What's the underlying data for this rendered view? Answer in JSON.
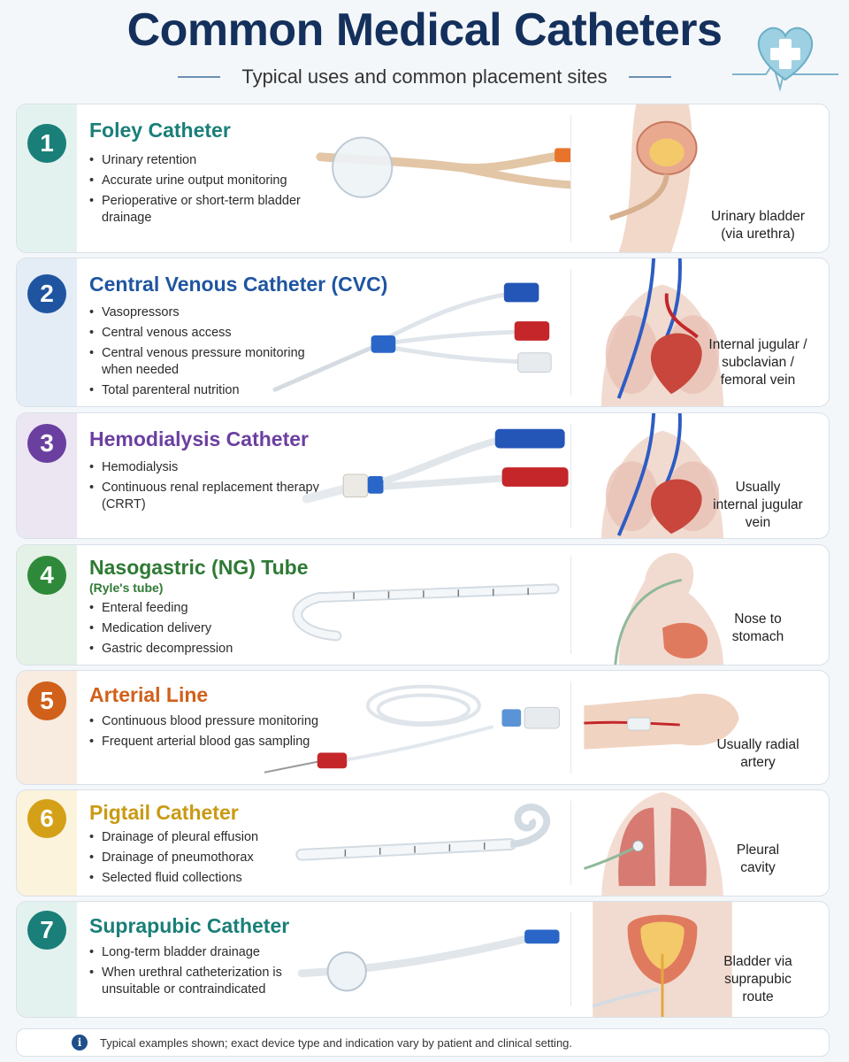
{
  "header": {
    "title": "Common Medical Catheters",
    "subtitle": "Typical uses and common placement sites",
    "logo_icon": "heart-plus-icon"
  },
  "colors": {
    "title": "#14305c",
    "c1": "#1a7f78",
    "c2": "#1f55a0",
    "c3": "#6b3fa0",
    "c4": "#2e8a3a",
    "c5": "#d0601a",
    "c6": "#d4a017",
    "c7": "#1a7f78"
  },
  "catheters": [
    {
      "number": "1",
      "name": "Foley Catheter",
      "uses": [
        "Urinary retention",
        "Accurate urine output monitoring",
        "Perioperative or short-term bladder drainage"
      ],
      "site": "Urinary bladder\n(via urethra)",
      "device_icon": "foley-catheter-icon",
      "anatomy_icon": "male-bladder-anatomy-icon"
    },
    {
      "number": "2",
      "name": "Central Venous Catheter (CVC)",
      "uses": [
        "Vasopressors",
        "Central venous access",
        "Central venous pressure monitoring when needed",
        "Total parenteral nutrition"
      ],
      "site": "Internal jugular /\nsubclavian /\nfemoral vein",
      "device_icon": "triple-lumen-cvc-icon",
      "anatomy_icon": "chest-veins-heart-icon"
    },
    {
      "number": "3",
      "name": "Hemodialysis Catheter",
      "uses": [
        "Hemodialysis",
        "Continuous renal replacement therapy (CRRT)"
      ],
      "site": "Usually\ninternal jugular\nvein",
      "device_icon": "dialysis-catheter-icon",
      "anatomy_icon": "chest-jugular-heart-icon"
    },
    {
      "number": "4",
      "name": "Nasogastric (NG) Tube",
      "subname": "(Ryle's tube)",
      "uses": [
        "Enteral feeding",
        "Medication delivery",
        "Gastric decompression"
      ],
      "site": "Nose to\nstomach",
      "device_icon": "ng-tube-icon",
      "anatomy_icon": "nose-stomach-anatomy-icon"
    },
    {
      "number": "5",
      "name": "Arterial Line",
      "uses": [
        "Continuous blood pressure monitoring",
        "Frequent arterial blood gas sampling"
      ],
      "site": "Usually radial\nartery",
      "device_icon": "arterial-line-icon",
      "anatomy_icon": "wrist-radial-artery-icon"
    },
    {
      "number": "6",
      "name": "Pigtail Catheter",
      "uses": [
        "Drainage of pleural effusion",
        "Drainage of pneumothorax",
        "Selected fluid collections"
      ],
      "site": "Pleural\ncavity",
      "device_icon": "pigtail-catheter-icon",
      "anatomy_icon": "lungs-pleura-icon"
    },
    {
      "number": "7",
      "name": "Suprapubic Catheter",
      "uses": [
        "Long-term bladder drainage",
        "When urethral catheterization is unsuitable or contraindicated"
      ],
      "site": "Bladder via\nsuprapubic\nroute",
      "device_icon": "suprapubic-catheter-icon",
      "anatomy_icon": "suprapubic-bladder-icon"
    }
  ],
  "footer": {
    "icon": "info-icon",
    "note": "Typical examples shown; exact device type and indication vary by patient and clinical setting."
  }
}
